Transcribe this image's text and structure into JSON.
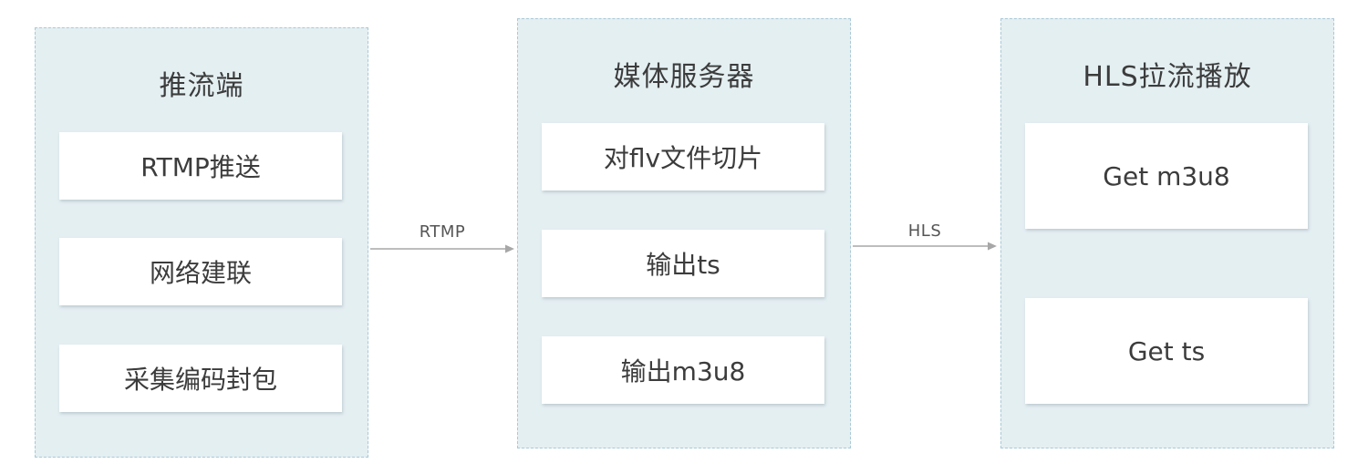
{
  "panels": {
    "push": {
      "title": "推流端",
      "steps": [
        "RTMP推送",
        "网络建联",
        "采集编码封包"
      ]
    },
    "server": {
      "title": "媒体服务器",
      "steps": [
        "对flv文件切片",
        "输出ts",
        "输出m3u8"
      ]
    },
    "play": {
      "title": "HLS拉流播放",
      "steps": [
        "Get m3u8",
        "Get ts"
      ]
    }
  },
  "arrows": {
    "push_to_server": "RTMP",
    "server_to_play": "HLS"
  },
  "colors": {
    "panel_fill": "#e4eff2",
    "panel_border": "#a9c9d6",
    "box_fill": "#ffffff",
    "arrow": "#a7a7a7"
  }
}
